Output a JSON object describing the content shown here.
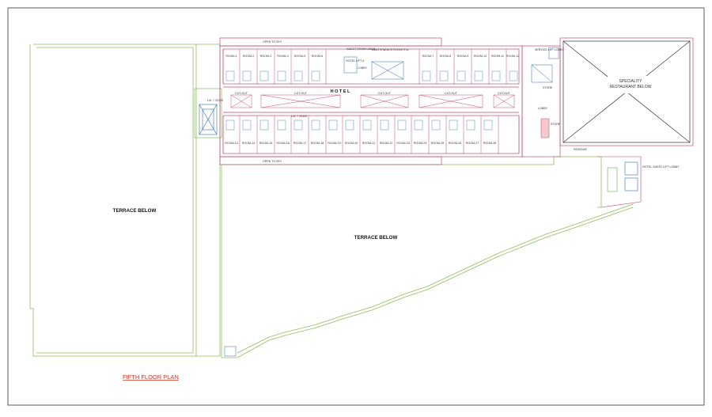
{
  "plan_title": "FIFTH FLOOR PLAN",
  "labels": {
    "terrace_left": "TERRACE BELOW",
    "terrace_mid": "TERRACE BELOW",
    "hotel": "H O T E L",
    "restaurant_l1": "SPECIALITY",
    "restaurant_l2": "RESTAURANT BELOW",
    "lobby_mid": "LOBBY",
    "lobby_right": "LOBBY",
    "passage": "PASSAGE",
    "hotel_lift_4": "HOTEL LIFT-4",
    "guest_lift_lobby": "HOTEL GUEST LIFT LOBBY",
    "service_lift_lobby": "SERVICE LIFT LOBBY",
    "store1": "STORE",
    "store2": "STORE",
    "maintenance": "MAINTENANCE ROOM",
    "tfa": "T.F.A.",
    "guest_room_linen": "GUEST ROOM LINEN",
    "open_to_sky": "OPEN TO SKY",
    "cut_out": "CUT-OUT",
    "level_mid": "LVL + 20300",
    "level_small": "LVL + 20300"
  },
  "rooms_top": [
    "ROOM-1",
    "ROOM-2",
    "ROOM-3",
    "ROOM-4",
    "ROOM-5",
    "ROOM-6",
    "ROOM-7",
    "ROOM-8",
    "ROOM-9",
    "ROOM-10",
    "ROOM-11",
    "ROOM-12"
  ],
  "rooms_bottom": [
    "ROOM-13",
    "ROOM-14",
    "ROOM-15",
    "ROOM-16",
    "ROOM-17",
    "ROOM-18",
    "ROOM-19",
    "ROOM-20",
    "ROOM-21",
    "ROOM-22",
    "ROOM-23",
    "ROOM-24",
    "ROOM-25",
    "ROOM-26",
    "ROOM-27",
    "ROOM-28"
  ],
  "colors": {
    "wall": "#c94a6a",
    "grid": "#6ab04c",
    "ink": "#222222",
    "title": "#e0301e"
  }
}
